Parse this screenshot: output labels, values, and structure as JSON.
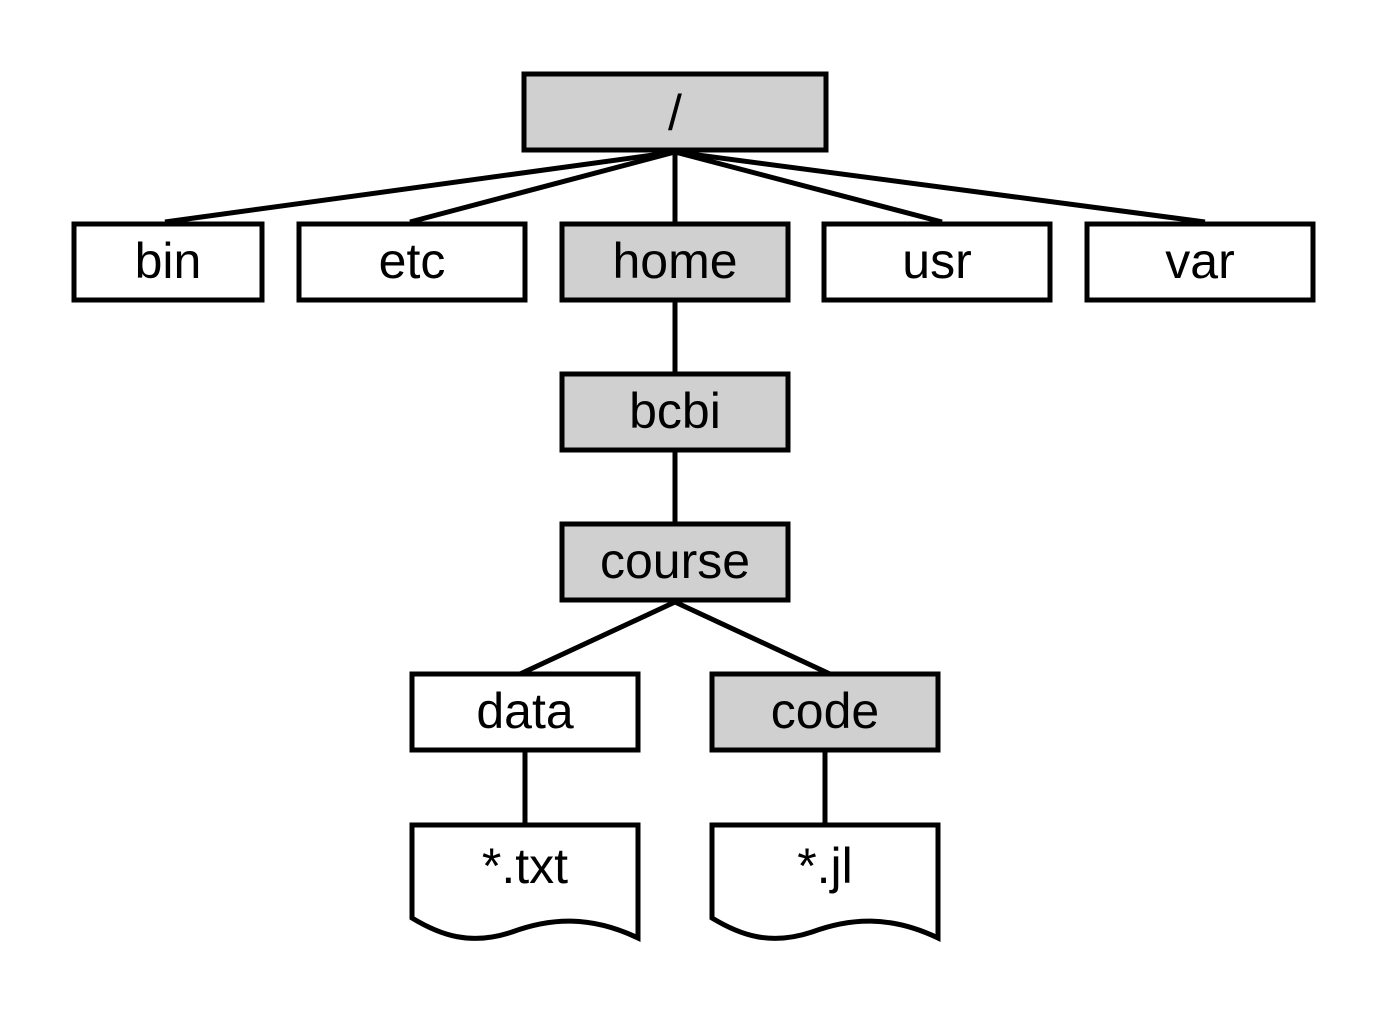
{
  "colors": {
    "highlight": "#d0d0d0",
    "plain": "#ffffff",
    "stroke": "#000000"
  },
  "nodes": {
    "root": {
      "label": "/",
      "highlighted": true
    },
    "bin": {
      "label": "bin",
      "highlighted": false
    },
    "etc": {
      "label": "etc",
      "highlighted": false
    },
    "home": {
      "label": "home",
      "highlighted": true
    },
    "usr": {
      "label": "usr",
      "highlighted": false
    },
    "var": {
      "label": "var",
      "highlighted": false
    },
    "bcbi": {
      "label": "bcbi",
      "highlighted": true
    },
    "course": {
      "label": "course",
      "highlighted": true
    },
    "data": {
      "label": "data",
      "highlighted": false
    },
    "code": {
      "label": "code",
      "highlighted": true
    },
    "txt": {
      "label": "*.txt",
      "highlighted": false
    },
    "jl": {
      "label": "*.jl",
      "highlighted": false
    }
  },
  "edges": [
    [
      "root",
      "bin"
    ],
    [
      "root",
      "etc"
    ],
    [
      "root",
      "home"
    ],
    [
      "root",
      "usr"
    ],
    [
      "root",
      "var"
    ],
    [
      "home",
      "bcbi"
    ],
    [
      "bcbi",
      "course"
    ],
    [
      "course",
      "data"
    ],
    [
      "course",
      "code"
    ],
    [
      "data",
      "txt"
    ],
    [
      "code",
      "jl"
    ]
  ]
}
